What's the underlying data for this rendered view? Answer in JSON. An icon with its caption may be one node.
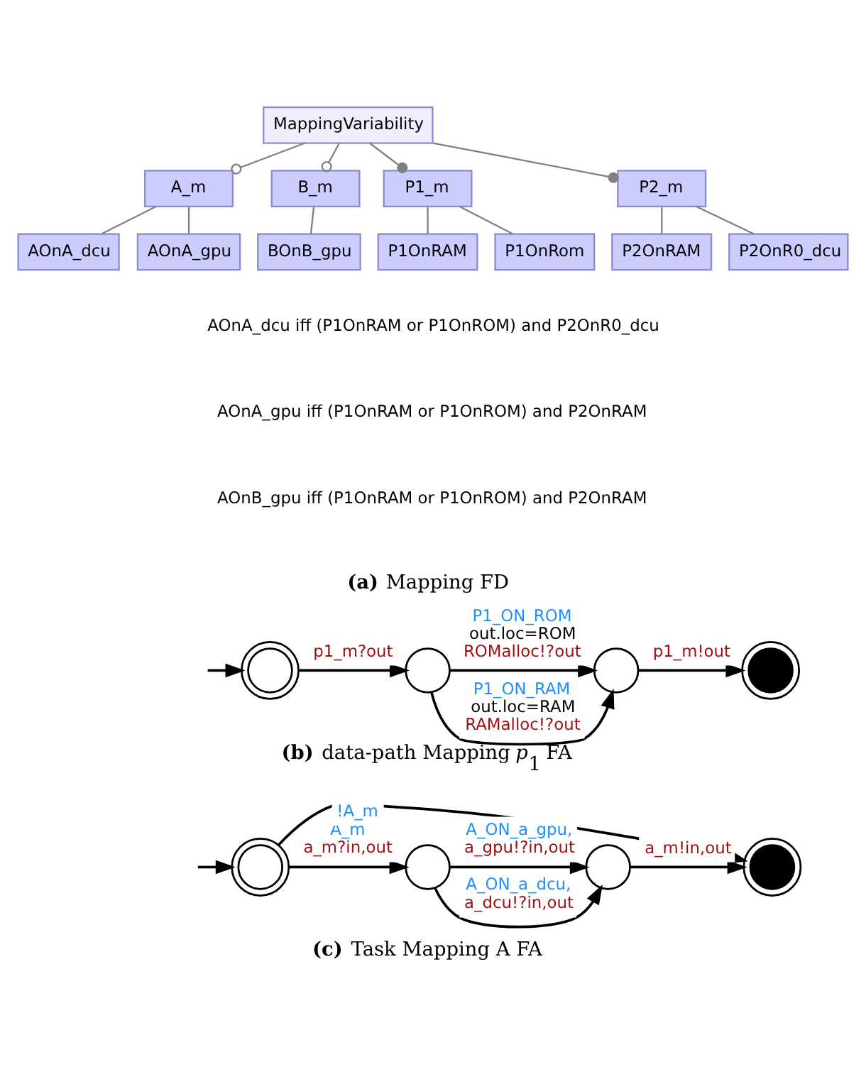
{
  "diagram": {
    "nodes": [
      {
        "text": [
          "MappingVariability"
        ]
      },
      {
        "text": [
          "A_m"
        ]
      },
      {
        "text": [
          "B_m"
        ]
      },
      {
        "text": [
          "P1_m"
        ]
      },
      {
        "text": [
          "P2_m"
        ]
      },
      {
        "text": [
          "AOnA_dcu"
        ]
      },
      {
        "text": [
          "AOnA_gpu"
        ]
      },
      {
        "text": [
          "BOnB_gpu"
        ]
      },
      {
        "text": [
          "P1OnRAM"
        ]
      },
      {
        "text": [
          "P1OnRom"
        ]
      },
      {
        "text": [
          "P2OnRAM"
        ]
      },
      {
        "text": [
          "P2OnR0_dcu"
        ]
      },
      {
        "text": [],
        "shape": "circle"
      },
      {
        "text": [],
        "shape": "circle"
      },
      {
        "text": [],
        "shape": "circle"
      },
      {
        "text": [],
        "shape": "circle"
      },
      {
        "text": [],
        "shape": "circle"
      },
      {
        "text": [],
        "shape": "circle"
      },
      {
        "text": [],
        "shape": "circle"
      },
      {
        "text": [],
        "shape": "circle"
      }
    ],
    "edges": [
      {
        "from": 0,
        "to": 1,
        "arrow": "other",
        "color": "#808080"
      },
      {
        "from": 0,
        "to": 2,
        "arrow": "other",
        "color": "#808080"
      },
      {
        "from": 0,
        "to": 3,
        "arrow": "other",
        "color": "#808080"
      },
      {
        "from": 0,
        "to": 4,
        "arrow": "other",
        "color": "#808080"
      },
      {
        "from": 1,
        "to": 5,
        "arrow": "none",
        "color": "#808080"
      },
      {
        "from": 1,
        "to": 6,
        "arrow": "none",
        "color": "#808080"
      },
      {
        "from": 2,
        "to": 7,
        "arrow": "none",
        "color": "#808080"
      },
      {
        "from": 3,
        "to": 8,
        "arrow": "none",
        "color": "#808080"
      },
      {
        "from": 3,
        "to": 9,
        "arrow": "none",
        "color": "#808080"
      },
      {
        "from": 4,
        "to": 10,
        "arrow": "none",
        "color": "#808080"
      },
      {
        "from": 4,
        "to": 11,
        "arrow": "none",
        "color": "#808080"
      },
      {
        "from": null,
        "to": 12,
        "arrow": "to",
        "color": "#000000"
      },
      {
        "from": 12,
        "to": 13,
        "arrow": "to",
        "label": "p1_m?out",
        "color": "#000000"
      },
      {
        "from": 13,
        "to": 14,
        "arrow": "to",
        "label": "P1_ON_RAM out.loc=RAM RAMalloc!?out",
        "color": "#000000"
      },
      {
        "from": 13,
        "to": 14,
        "arrow": "to",
        "label": "P1_ON_ROM out.loc=ROM ROMalloc!?out",
        "color": "#000000"
      },
      {
        "from": 14,
        "to": 15,
        "arrow": "to",
        "label": "p1_m!out",
        "color": "#000000"
      },
      {
        "from": null,
        "to": 16,
        "arrow": "to",
        "color": "#000000"
      },
      {
        "from": 16,
        "to": 17,
        "arrow": "to",
        "label": "A_m a_m?in,out",
        "color": "#000000"
      },
      {
        "from": 17,
        "to": 18,
        "arrow": "to",
        "label": "A_ON_a_dcu, a_dcu!?in,out",
        "color": "#000000"
      },
      {
        "from": 17,
        "to": 18,
        "arrow": "to",
        "label": "A_ON_a_gpu, a_gpu!?in,out",
        "color": "#000000"
      },
      {
        "from": 18,
        "to": 19,
        "arrow": "to",
        "label": "a_m!in,out",
        "color": "#000000"
      },
      {
        "from": 16,
        "to": 19,
        "arrow": "to",
        "label": "!A_m",
        "color": "#000000"
      }
    ],
    "labels": [
      "AOnA_dcu iff (P1OnRAM or P1OnROM) and P2OnR0_dcu",
      "AOnA_gpu iff (P1OnRAM or P1OnROM) and P2OnRAM",
      "AOnB_gpu iff (P1OnRAM or P1OnROM) and P2OnRAM",
      "**(a)** Mapping FD",
      "**(b)** data-path Mapping *p*$_{1}$ FA",
      "**(c)** Task Mapping A FA"
    ]
  }
}
